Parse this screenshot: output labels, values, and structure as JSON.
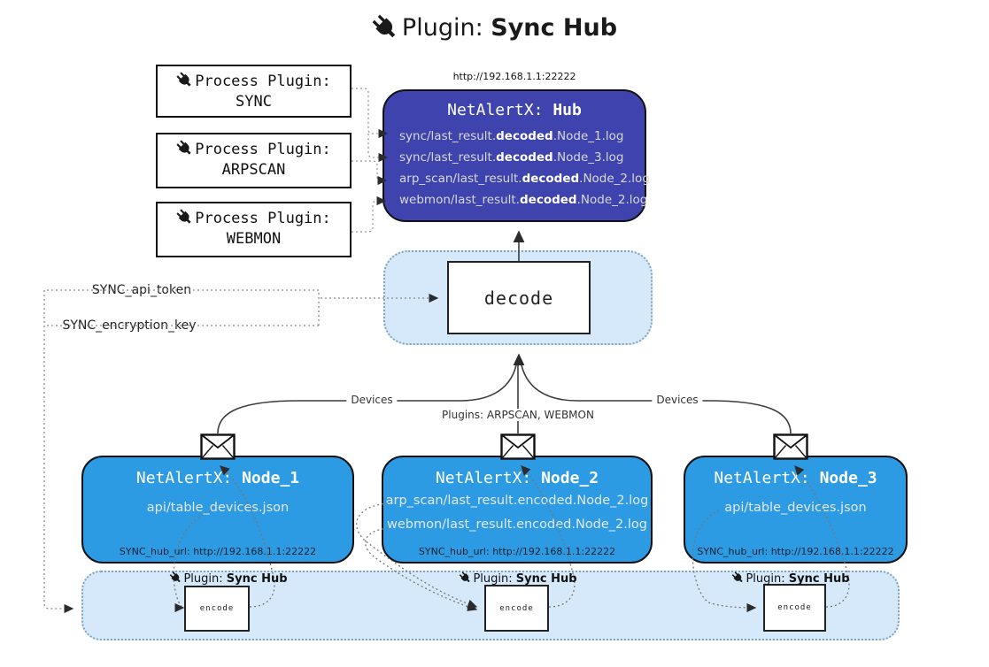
{
  "title": {
    "icon": "plug-icon",
    "prefix": "Plugin: ",
    "bold": "Sync Hub"
  },
  "process_plugins": [
    {
      "label": "Process Plugin:",
      "name": "SYNC"
    },
    {
      "label": "Process Plugin:",
      "name": "ARPSCAN"
    },
    {
      "label": "Process Plugin:",
      "name": "WEBMON"
    }
  ],
  "hub": {
    "url": "http://192.168.1.1:22222",
    "title_prefix": "NetAlertX: ",
    "title_name": "Hub",
    "logs": [
      {
        "pre": "sync/last_result.",
        "bold": "decoded",
        "post": ".Node_1.log"
      },
      {
        "pre": "sync/last_result.",
        "bold": "decoded",
        "post": ".Node_3.log"
      },
      {
        "pre": "arp_scan/last_result.",
        "bold": "decoded",
        "post": ".Node_2.log"
      },
      {
        "pre": "webmon/last_result.",
        "bold": "decoded",
        "post": ".Node_2.log"
      }
    ]
  },
  "decode": {
    "label": "decode"
  },
  "keys": {
    "api_token": "SYNC_api_token",
    "encryption_key": "SYNC_encryption_key"
  },
  "edges": {
    "devices_left": "Devices",
    "devices_right": "Devices",
    "plugins_center": "Plugins: ARPSCAN, WEBMON"
  },
  "nodes": [
    {
      "title_prefix": "NetAlertX: ",
      "title_name": "Node_1",
      "files": [
        "api/table_devices.json"
      ],
      "hub_url": "SYNC_hub_url: http://192.168.1.1:22222"
    },
    {
      "title_prefix": "NetAlertX: ",
      "title_name": "Node_2",
      "files": [
        "arp_scan/last_result.encoded.Node_2.log",
        "webmon/last_result.encoded.Node_2.log"
      ],
      "hub_url": "SYNC_hub_url: http://192.168.1.1:22222"
    },
    {
      "title_prefix": "NetAlertX: ",
      "title_name": "Node_3",
      "files": [
        "api/table_devices.json"
      ],
      "hub_url": "SYNC_hub_url: http://192.168.1.1:22222"
    }
  ],
  "sync_sections": [
    {
      "prefix": "Plugin: ",
      "bold": "Sync Hub",
      "encode": "encode"
    },
    {
      "prefix": "Plugin: ",
      "bold": "Sync Hub",
      "encode": "encode"
    },
    {
      "prefix": "Plugin: ",
      "bold": "Sync Hub",
      "encode": "encode"
    }
  ],
  "colors": {
    "hub_fill": "#3E43AD",
    "node_fill": "#2D9BE4",
    "panel_fill": "#D6E9FB",
    "panel_border": "#7FA3BD",
    "text_on_dark": "#FFFFFF"
  }
}
